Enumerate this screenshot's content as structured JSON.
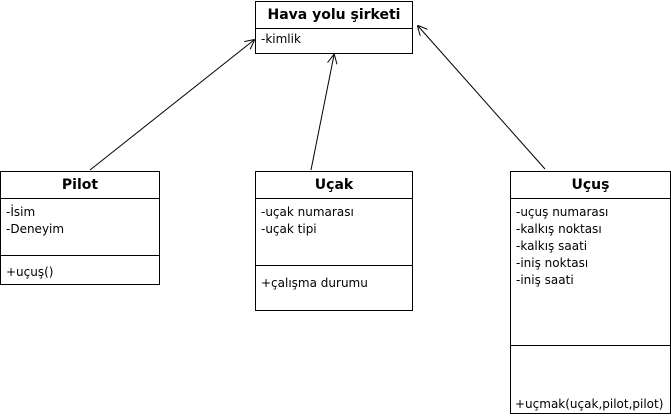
{
  "classes": {
    "airline": {
      "name": "Hava yolu şirketi",
      "attributes": [
        "-kimlik"
      ],
      "methods": []
    },
    "pilot": {
      "name": "Pilot",
      "attributes": [
        "-İsim",
        "-Deneyim"
      ],
      "methods": [
        "+uçuş()"
      ]
    },
    "aircraft": {
      "name": "Uçak",
      "attributes": [
        "-uçak numarası",
        "-uçak tipi"
      ],
      "methods": [
        "+çalışma durumu"
      ]
    },
    "flight": {
      "name": "Uçuş",
      "attributes": [
        "-uçuş numarası",
        "-kalkış noktası",
        "-kalkış saati",
        "-iniş noktası",
        "-iniş saati"
      ],
      "methods": [
        "+uçmak(uçak,pilot,pilot)"
      ]
    }
  }
}
